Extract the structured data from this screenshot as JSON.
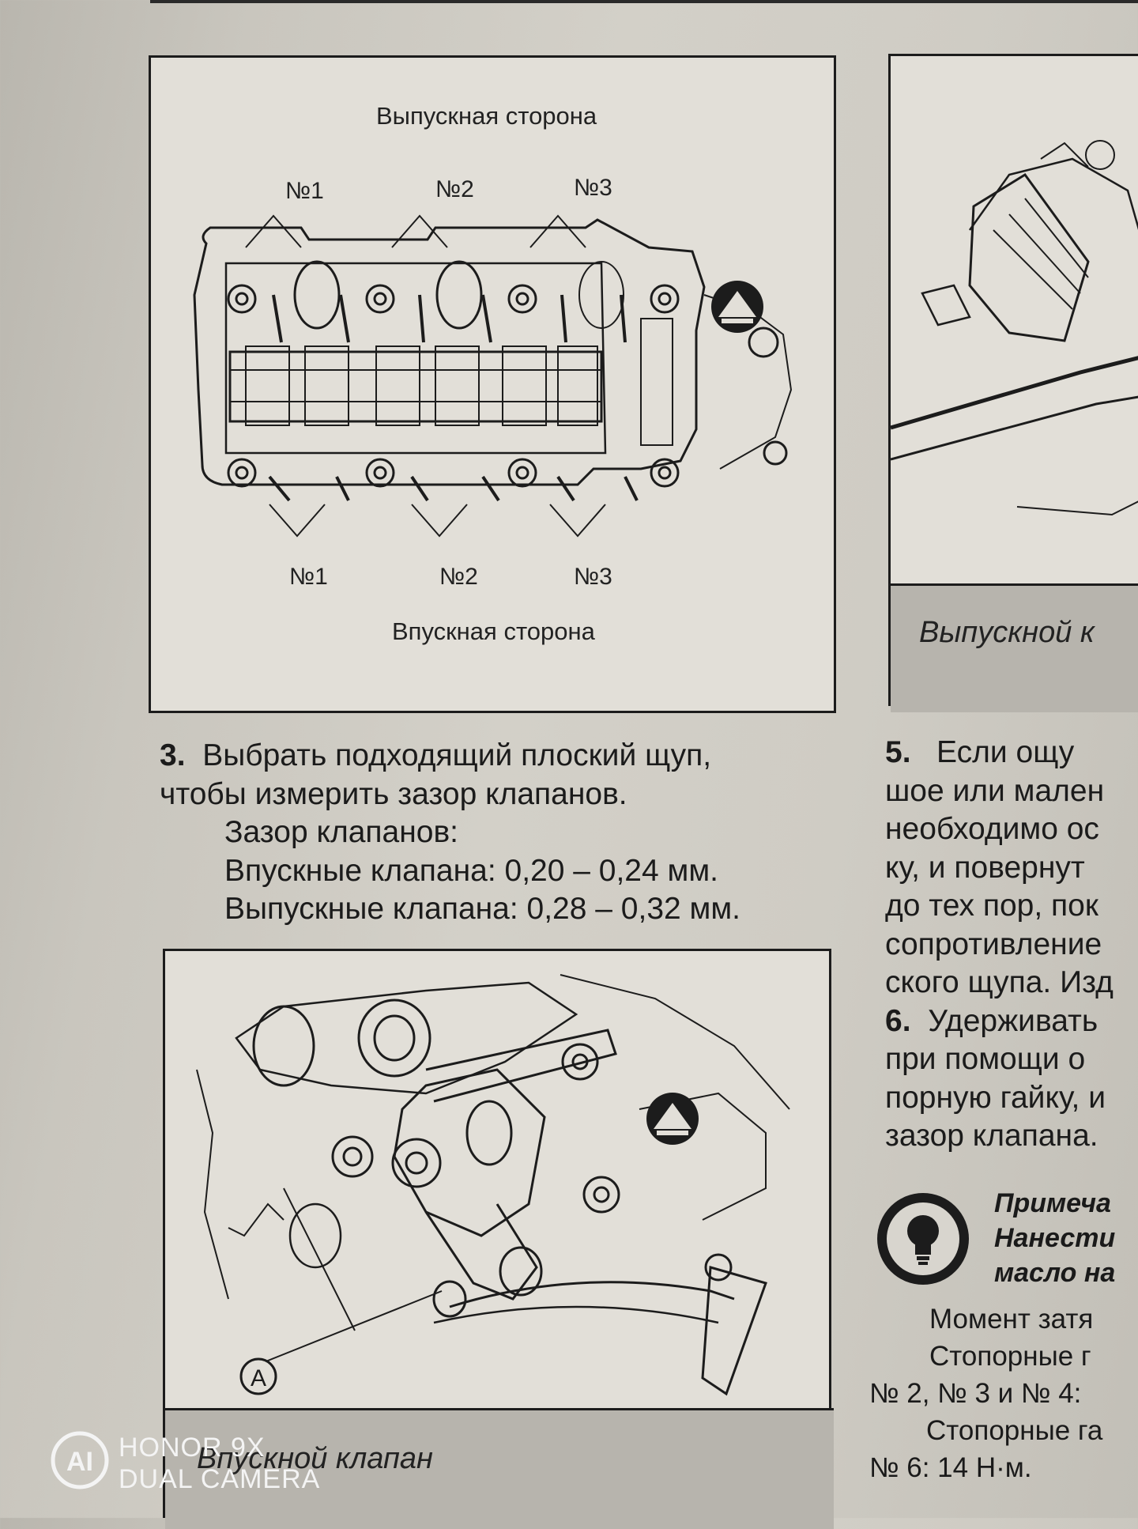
{
  "figure1": {
    "exhaust_side": "Выпускная сторона",
    "intake_side": "Впускная сторона",
    "top_numbers": [
      "№1",
      "№2",
      "№3"
    ],
    "bottom_numbers": [
      "№1",
      "№2",
      "№3"
    ]
  },
  "step3": {
    "number": "3.",
    "lines": [
      "Выбрать подходящий плоский щуп,",
      "чтобы измерить зазор клапанов.",
      "Зазор клапанов:",
      "Впускные клапана: 0,20 – 0,24 мм.",
      "Выпускные клапана: 0,28 – 0,32 мм."
    ]
  },
  "figure2": {
    "callout": "A",
    "caption": "Впускной клапан"
  },
  "figure_right": {
    "caption": "Выпускной к"
  },
  "right_column": {
    "step5_number": "5.",
    "step5_lines": [
      "Если ощу",
      "шое или мален",
      "необходимо ос",
      "ку, и повернут",
      "до тех пор, пок",
      "сопротивление",
      "ского щупа. Изд"
    ],
    "step6_number": "6.",
    "step6_lines": [
      "Удерживать",
      "при помощи о",
      "порную гайку, и",
      "зазор клапана."
    ],
    "note_lines": [
      "Примеча",
      "Нанести",
      "масло на"
    ],
    "torque_lines": [
      "Момент затя",
      "Стопорные г",
      "№ 2, № 3 и № 4: ",
      "Стопорные га",
      "№ 6: 14 Н·м."
    ]
  },
  "watermark": {
    "brand": "HONOR 9X",
    "sub": "DUAL CAMERA"
  }
}
